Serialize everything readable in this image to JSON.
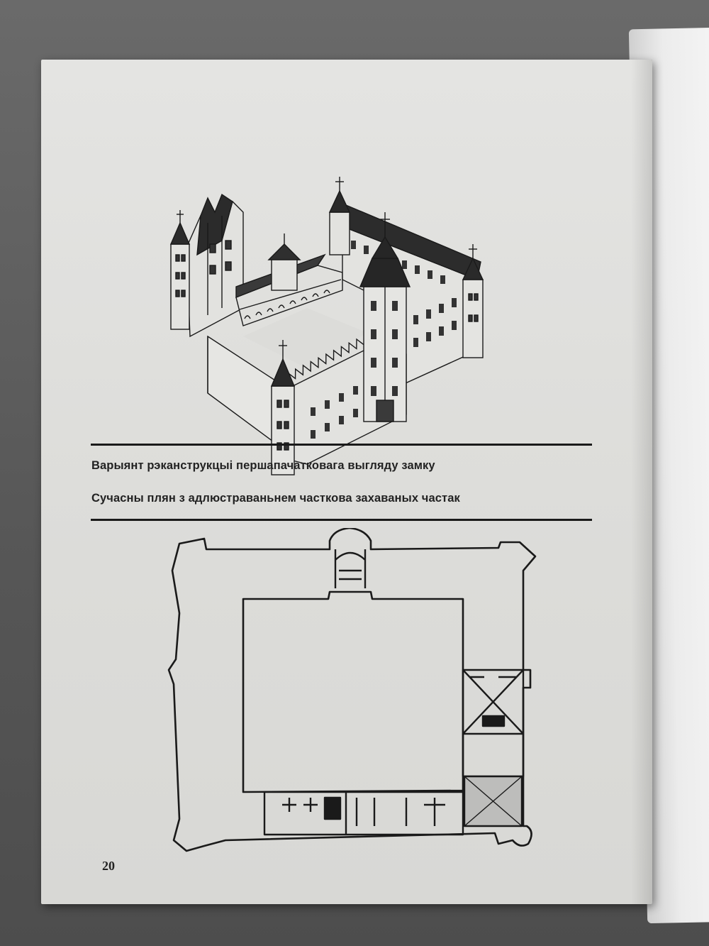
{
  "captions": {
    "reconstruction": "Варыянт рэканструкцыі першапачатковага выгляду замку",
    "modern_plan": "Сучасны плян з адлюстраваньнем часткова захаваных частак"
  },
  "page_number": "20",
  "colors": {
    "ink": "#1a1a1a",
    "paper": "#e0e0de",
    "background": "#5b5b5b"
  }
}
